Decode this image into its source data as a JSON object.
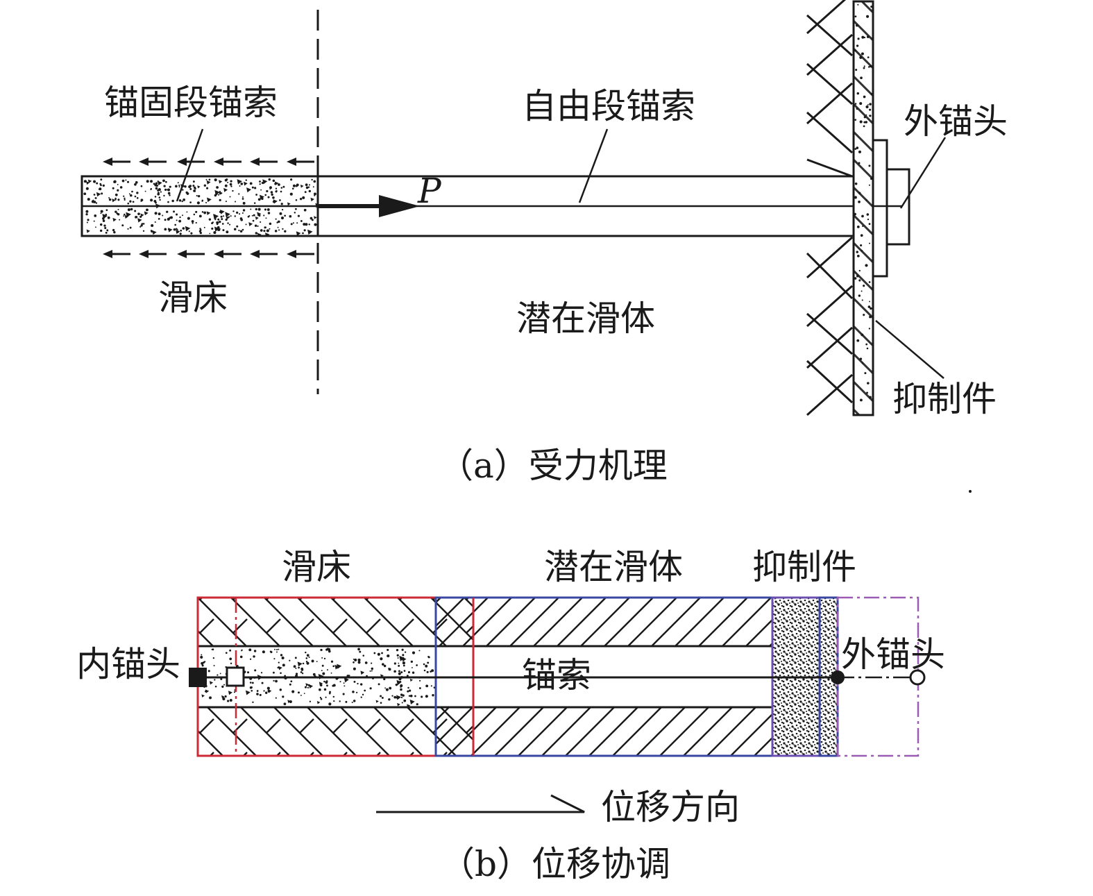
{
  "panel_a": {
    "label_anchor_segment": "锚固段锚索",
    "label_free_segment": "自由段锚索",
    "label_outer_anchor": "外锚头",
    "label_force": "P",
    "label_slide_bed": "滑床",
    "label_slide_body": "潜在滑体",
    "label_restraint": "抑制件",
    "caption": "（a）受力机理"
  },
  "panel_b": {
    "label_slide_bed": "滑床",
    "label_slide_body": "潜在滑体",
    "label_restraint": "抑制件",
    "label_inner_anchor": "内锚头",
    "label_outer_anchor": "外锚头",
    "label_cable": "锚索",
    "label_direction": "位移方向",
    "caption": "（b）位移协调"
  },
  "colors": {
    "line": "#1a1a1a",
    "box_slide_bed": "#cc2a36",
    "box_slide_body": "#3a47a0",
    "box_restraint": "#6b4fb0",
    "box_outer_anchor": "#9b5bb5"
  }
}
